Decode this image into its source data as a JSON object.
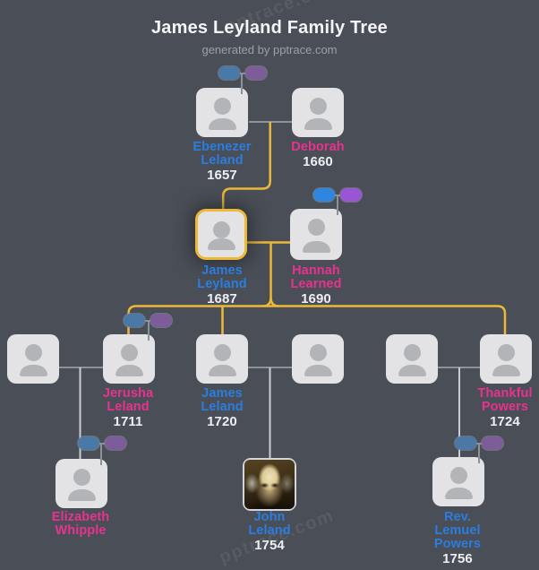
{
  "header": {
    "title": "James Leyland Family Tree",
    "subtitle": "generated by pptrace.com"
  },
  "watermark": "pptrace.com",
  "colors": {
    "background": "#4a4e56",
    "card": "#e3e3e5",
    "silhouette": "#b3b4b8",
    "male_name": "#2b7de0",
    "female_name": "#e8328f",
    "year_text": "#edeff2",
    "highlight_yellow": "#edb838",
    "connector_gray": "#8d929a",
    "connector_light": "#c9cdd2",
    "badge_male_blue": "#4b79a7",
    "badge_female_purple": "#7d5c9a",
    "badge_male_blue_bright": "#2e86e0",
    "badge_female_purple_bright": "#9a55d6"
  },
  "people": {
    "ebenezer": {
      "lines": [
        "Ebenezer",
        "Leland"
      ],
      "year": "1657",
      "gender": "male"
    },
    "deborah": {
      "lines": [
        "Deborah"
      ],
      "year": "1660",
      "gender": "female"
    },
    "james_leyland": {
      "lines": [
        "James",
        "Leyland"
      ],
      "year": "1687",
      "gender": "male",
      "highlighted": true
    },
    "hannah": {
      "lines": [
        "Hannah",
        "Learned"
      ],
      "year": "1690",
      "gender": "female"
    },
    "jerusha": {
      "lines": [
        "Jerusha",
        "Leland"
      ],
      "year": "1711",
      "gender": "female"
    },
    "james_leland": {
      "lines": [
        "James",
        "Leland"
      ],
      "year": "1720",
      "gender": "male"
    },
    "thankful": {
      "lines": [
        "Thankful",
        "Powers"
      ],
      "year": "1724",
      "gender": "female"
    },
    "elizabeth": {
      "lines": [
        "Elizabeth",
        "Whipple"
      ],
      "year": "",
      "gender": "female"
    },
    "john": {
      "lines": [
        "John",
        "Leland"
      ],
      "year": "1754",
      "gender": "male",
      "portrait": true
    },
    "lemuel": {
      "lines": [
        "Rev.",
        "Lemuel",
        "Powers"
      ],
      "year": "1756",
      "gender": "male"
    }
  },
  "structure": {
    "couples": [
      [
        "ebenezer",
        "deborah"
      ],
      [
        "james_leyland",
        "hannah"
      ],
      [
        "unnamed_spouse_1",
        "jerusha"
      ],
      [
        "james_leland",
        "unnamed_spouse_2"
      ],
      [
        "unnamed_spouse_3",
        "thankful"
      ]
    ],
    "children": {
      "ebenezer_deborah": [
        "james_leyland"
      ],
      "james_leyland_hannah": [
        "jerusha",
        "james_leland",
        "thankful"
      ],
      "jerusha_couple": [
        "elizabeth"
      ],
      "james_leland_couple": [
        "john"
      ],
      "thankful_couple": [
        "lemuel"
      ]
    },
    "unnamed_spouse_cards": 3
  }
}
